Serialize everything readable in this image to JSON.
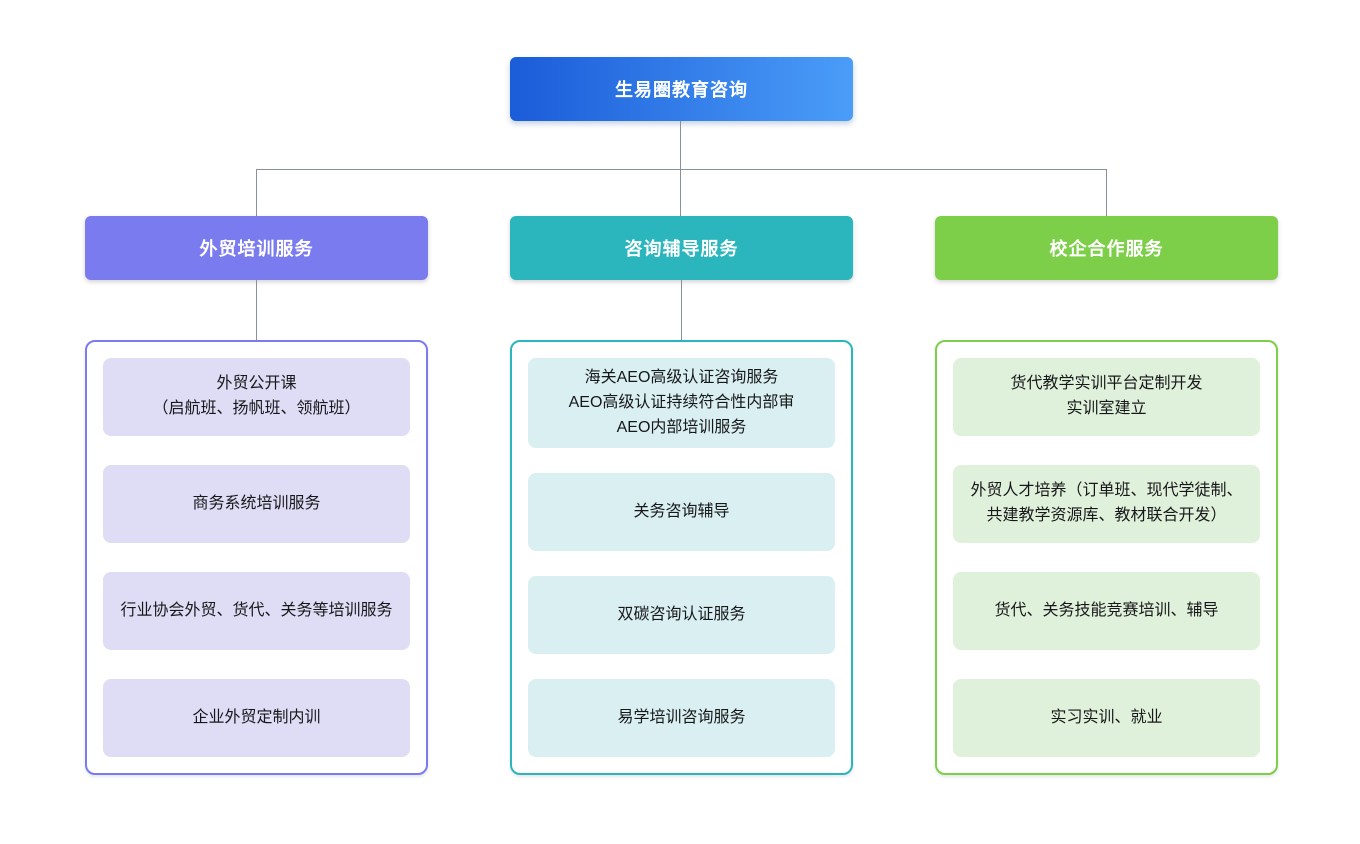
{
  "page": {
    "background": "#ffffff",
    "connector_color": "#8A9099"
  },
  "root": {
    "label": "生易圈教育咨询",
    "gradient_start": "#1B5CD9",
    "gradient_end": "#4A9DF8",
    "text_color": "#ffffff"
  },
  "branches": [
    {
      "label": "外贸培训服务",
      "accent": "#7B7BF0",
      "item_bg": "#DFDCF5",
      "header_to_children_connector": true,
      "items": [
        "外贸公开课\n（启航班、扬帆班、领航班）",
        "商务系统培训服务",
        "行业协会外贸、货代、关务等培训服务",
        "企业外贸定制内训"
      ]
    },
    {
      "label": "咨询辅导服务",
      "accent": "#2AB6BC",
      "item_bg": "#D9EFF1",
      "header_to_children_connector": true,
      "items": [
        "海关AEO高级认证咨询服务\nAEO高级认证持续符合性内部审\nAEO内部培训服务",
        "关务咨询辅导",
        "双碳咨询认证服务",
        "易学培训咨询服务"
      ]
    },
    {
      "label": "校企合作服务",
      "accent": "#7DCE48",
      "item_bg": "#E0F1DB",
      "header_to_children_connector": false,
      "items": [
        "货代教学实训平台定制开发\n实训室建立",
        "外贸人才培养（订单班、现代学徒制、共建教学资源库、教材联合开发）",
        "货代、关务技能竞赛培训、辅导",
        "实习实训、就业"
      ]
    }
  ]
}
